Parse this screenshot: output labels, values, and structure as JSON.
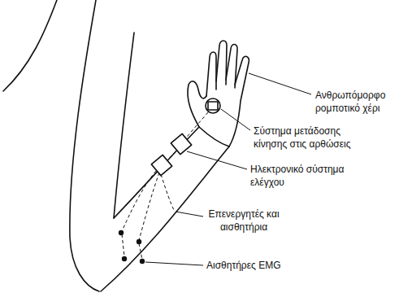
{
  "diagram": {
    "labels": [
      "Ανθρωπόμορφο ρομποτικό χέρι",
      "Σύστημα μετάδοσης κίνησης στις αρθώσεις",
      "Ηλεκτρονικό σύστημα ελέγχου",
      "Επενεργητές και αισθητήρια",
      "Αισθητήρες EMG"
    ]
  }
}
